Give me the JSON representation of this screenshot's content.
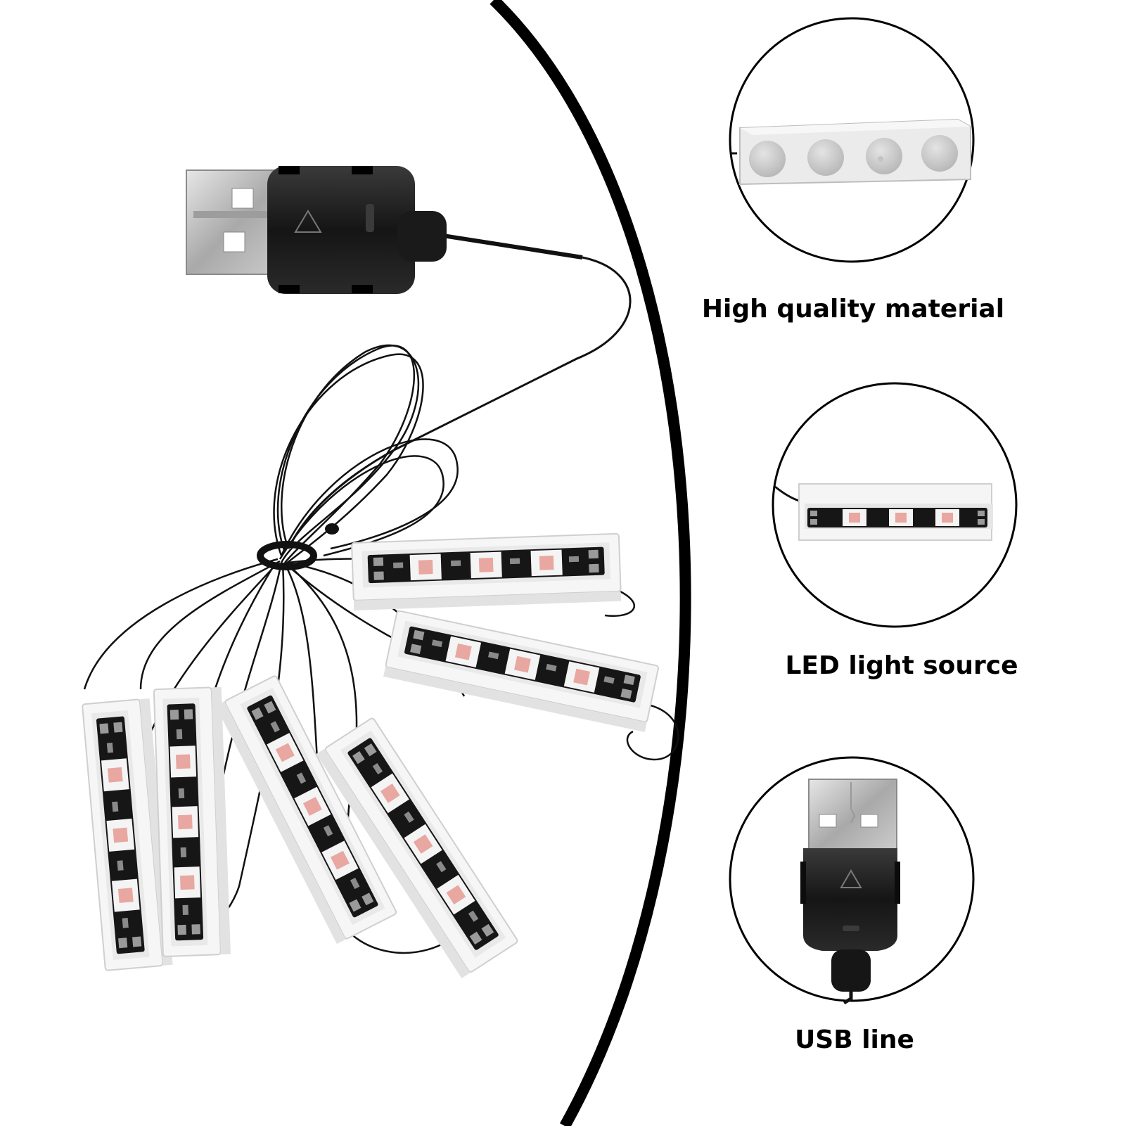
{
  "features": [
    {
      "label": "High quality material",
      "icon": "lego-brick-icon"
    },
    {
      "label": "LED light source",
      "icon": "led-strip-icon"
    },
    {
      "label": "USB line",
      "icon": "usb-plug-icon"
    }
  ],
  "colors": {
    "background": "#ffffff",
    "divider": "#000000",
    "cable": "#111111",
    "usb_housing": "#1c1c1c",
    "usb_metal": "#b9b9b9",
    "brick": "#f4f4f4",
    "pcb": "#161616",
    "led": "#e8a7a0"
  }
}
